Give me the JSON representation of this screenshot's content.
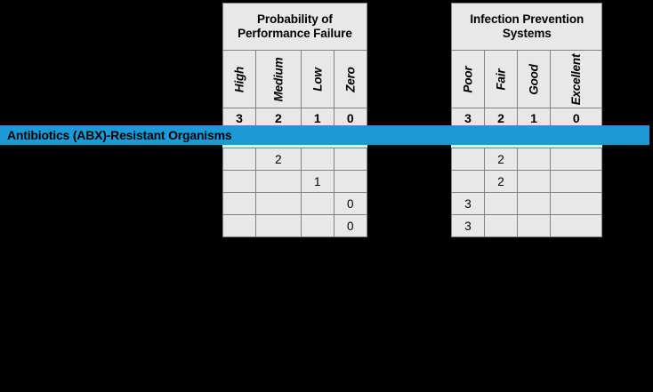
{
  "banner": {
    "label": "Antibiotics (ABX)-Resistant Organisms",
    "color": "#1b9ad6"
  },
  "colors": {
    "cell_fill": "#e8e8e8",
    "grid_line": "#808080",
    "background": "#000000",
    "text": "#000000"
  },
  "tables": [
    {
      "id": "probability-of-performance-failure",
      "title": "Probability of\nPerformance Failure",
      "title_line1": "Probability of",
      "title_line2": "Performance Failure",
      "columns": [
        {
          "label": "High",
          "weight": "3"
        },
        {
          "label": "Medium",
          "weight": "2"
        },
        {
          "label": "Low",
          "weight": "1"
        },
        {
          "label": "Zero",
          "weight": "0"
        }
      ],
      "rows": [
        [
          "",
          "2",
          "",
          ""
        ],
        [
          "",
          "",
          "1",
          ""
        ],
        [
          "",
          "",
          "",
          "0"
        ],
        [
          "",
          "",
          "",
          "0"
        ]
      ]
    },
    {
      "id": "infection-prevention-systems",
      "title": "Infection Prevention\nSystems",
      "title_line1": "Infection Prevention",
      "title_line2": "Systems",
      "columns": [
        {
          "label": "Poor",
          "weight": "3"
        },
        {
          "label": "Fair",
          "weight": "2"
        },
        {
          "label": "Good",
          "weight": "1"
        },
        {
          "label": "Excellent",
          "weight": "0"
        }
      ],
      "rows": [
        [
          "",
          "2",
          "",
          ""
        ],
        [
          "",
          "2",
          "",
          ""
        ],
        [
          "3",
          "",
          "",
          ""
        ],
        [
          "3",
          "",
          "",
          ""
        ]
      ]
    }
  ]
}
